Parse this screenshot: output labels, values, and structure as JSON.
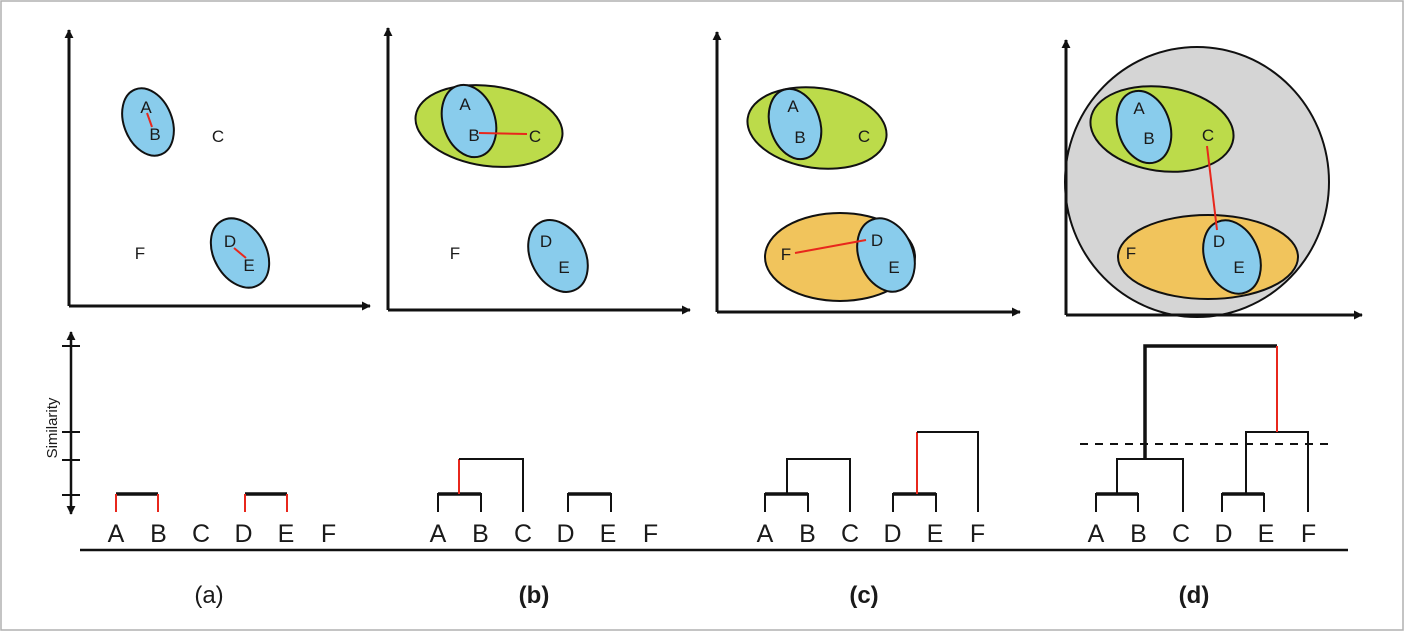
{
  "colors": {
    "cluster_blue": "#89ccec",
    "cluster_green": "#bcdb4a",
    "cluster_orange": "#f1c45c",
    "cluster_gray": "#d5d5d5",
    "link_red": "#e8271c",
    "ink": "#111111"
  },
  "y_axis_label": "Similarity",
  "leaves": [
    "A",
    "B",
    "C",
    "D",
    "E",
    "F"
  ],
  "panels": [
    {
      "caption": "(a)",
      "points": [
        {
          "id": "A",
          "label": "A"
        },
        {
          "id": "B",
          "label": "B"
        },
        {
          "id": "C",
          "label": "C"
        },
        {
          "id": "D",
          "label": "D"
        },
        {
          "id": "E",
          "label": "E"
        },
        {
          "id": "F",
          "label": "F"
        }
      ],
      "clusters": [
        {
          "members": [
            "A",
            "B"
          ],
          "color": "blue"
        },
        {
          "members": [
            "D",
            "E"
          ],
          "color": "blue"
        }
      ],
      "new_link": [
        [
          "A",
          "B"
        ],
        [
          "D",
          "E"
        ]
      ]
    },
    {
      "caption": "(b)",
      "points": [
        {
          "id": "A",
          "label": "A"
        },
        {
          "id": "B",
          "label": "B"
        },
        {
          "id": "C",
          "label": "C"
        },
        {
          "id": "D",
          "label": "D"
        },
        {
          "id": "E",
          "label": "E"
        },
        {
          "id": "F",
          "label": "F"
        }
      ],
      "clusters": [
        {
          "members": [
            "A",
            "B",
            "C"
          ],
          "color": "green"
        },
        {
          "members": [
            "A",
            "B"
          ],
          "color": "blue"
        },
        {
          "members": [
            "D",
            "E"
          ],
          "color": "blue"
        }
      ],
      "new_link": [
        [
          "B",
          "C"
        ]
      ]
    },
    {
      "caption": "(c)",
      "points": [
        {
          "id": "A",
          "label": "A"
        },
        {
          "id": "B",
          "label": "B"
        },
        {
          "id": "C",
          "label": "C"
        },
        {
          "id": "D",
          "label": "D"
        },
        {
          "id": "E",
          "label": "E"
        },
        {
          "id": "F",
          "label": "F"
        }
      ],
      "clusters": [
        {
          "members": [
            "A",
            "B",
            "C"
          ],
          "color": "green"
        },
        {
          "members": [
            "A",
            "B"
          ],
          "color": "blue"
        },
        {
          "members": [
            "D",
            "E",
            "F"
          ],
          "color": "orange"
        },
        {
          "members": [
            "D",
            "E"
          ],
          "color": "blue"
        }
      ],
      "new_link": [
        [
          "F",
          "D"
        ]
      ]
    },
    {
      "caption": "(d)",
      "points": [
        {
          "id": "A",
          "label": "A"
        },
        {
          "id": "B",
          "label": "B"
        },
        {
          "id": "C",
          "label": "C"
        },
        {
          "id": "D",
          "label": "D"
        },
        {
          "id": "E",
          "label": "E"
        },
        {
          "id": "F",
          "label": "F"
        }
      ],
      "clusters": [
        {
          "members": [
            "A",
            "B",
            "C",
            "D",
            "E",
            "F"
          ],
          "color": "gray"
        },
        {
          "members": [
            "A",
            "B",
            "C"
          ],
          "color": "green"
        },
        {
          "members": [
            "A",
            "B"
          ],
          "color": "blue"
        },
        {
          "members": [
            "D",
            "E",
            "F"
          ],
          "color": "orange"
        },
        {
          "members": [
            "D",
            "E"
          ],
          "color": "blue"
        }
      ],
      "new_link": [
        [
          "C",
          "D"
        ]
      ]
    }
  ]
}
